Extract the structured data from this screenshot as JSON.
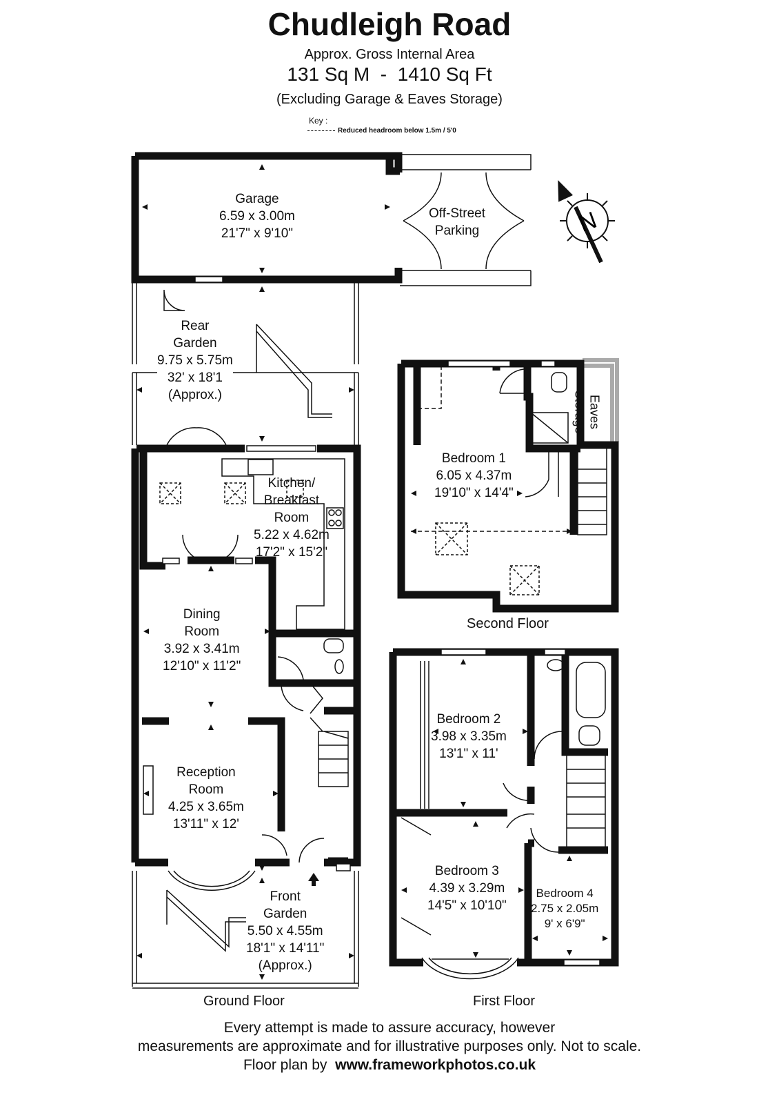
{
  "header": {
    "title": "Chudleigh Road",
    "area_caption": "Approx. Gross Internal Area",
    "area_value": "131 Sq M  -  1410 Sq Ft",
    "exclusions": "(Excluding Garage & Eaves Storage)",
    "key_label": "Key :",
    "key_entry": "Reduced  headroom below 1.5m / 5'0"
  },
  "rooms": {
    "garage": [
      "Garage",
      "6.59 x 3.00m",
      "21'7\" x 9'10\""
    ],
    "parking": [
      "Off-Street",
      "Parking"
    ],
    "rear_garden": [
      "Rear",
      "Garden",
      "9.75 x 5.75m",
      "32' x 18'1",
      "(Approx.)"
    ],
    "kitchen": [
      "Kitchen/",
      "Breakfast",
      "Room",
      "5.22 x 4.62m",
      "17'2\" x 15'2\""
    ],
    "dining": [
      "Dining",
      "Room",
      "3.92 x 3.41m",
      "12'10\" x 11'2\""
    ],
    "reception": [
      "Reception",
      "Room",
      "4.25 x 3.65m",
      "13'11\" x 12'"
    ],
    "front_garden": [
      "Front",
      "Garden",
      "5.50 x 4.55m",
      "18'1\" x 14'11\"",
      "(Approx.)"
    ],
    "bedroom1": [
      "Bedroom 1",
      "6.05 x 4.37m",
      "19'10\" x 14'4\""
    ],
    "eaves": [
      "Eaves",
      "Storage"
    ],
    "bedroom2": [
      "Bedroom 2",
      "3.98 x 3.35m",
      "13'1\" x 11'"
    ],
    "bedroom3": [
      "Bedroom 3",
      "4.39 x 3.29m",
      "14'5\" x 10'10\""
    ],
    "bedroom4": [
      "Bedroom 4",
      "2.75 x 2.05m",
      "9' x 6'9\""
    ]
  },
  "floors": {
    "ground": "Ground Floor",
    "first": "First Floor",
    "second": "Second Floor"
  },
  "compass": {
    "letter": "N"
  },
  "footer": {
    "line1": "Every attempt is made to assure accuracy, however",
    "line2": "measurements are approximate and for illustrative purposes only. Not to scale.",
    "line3_prefix": "Floor plan by  ",
    "line3_site": "www.frameworkphotos.co.uk"
  }
}
